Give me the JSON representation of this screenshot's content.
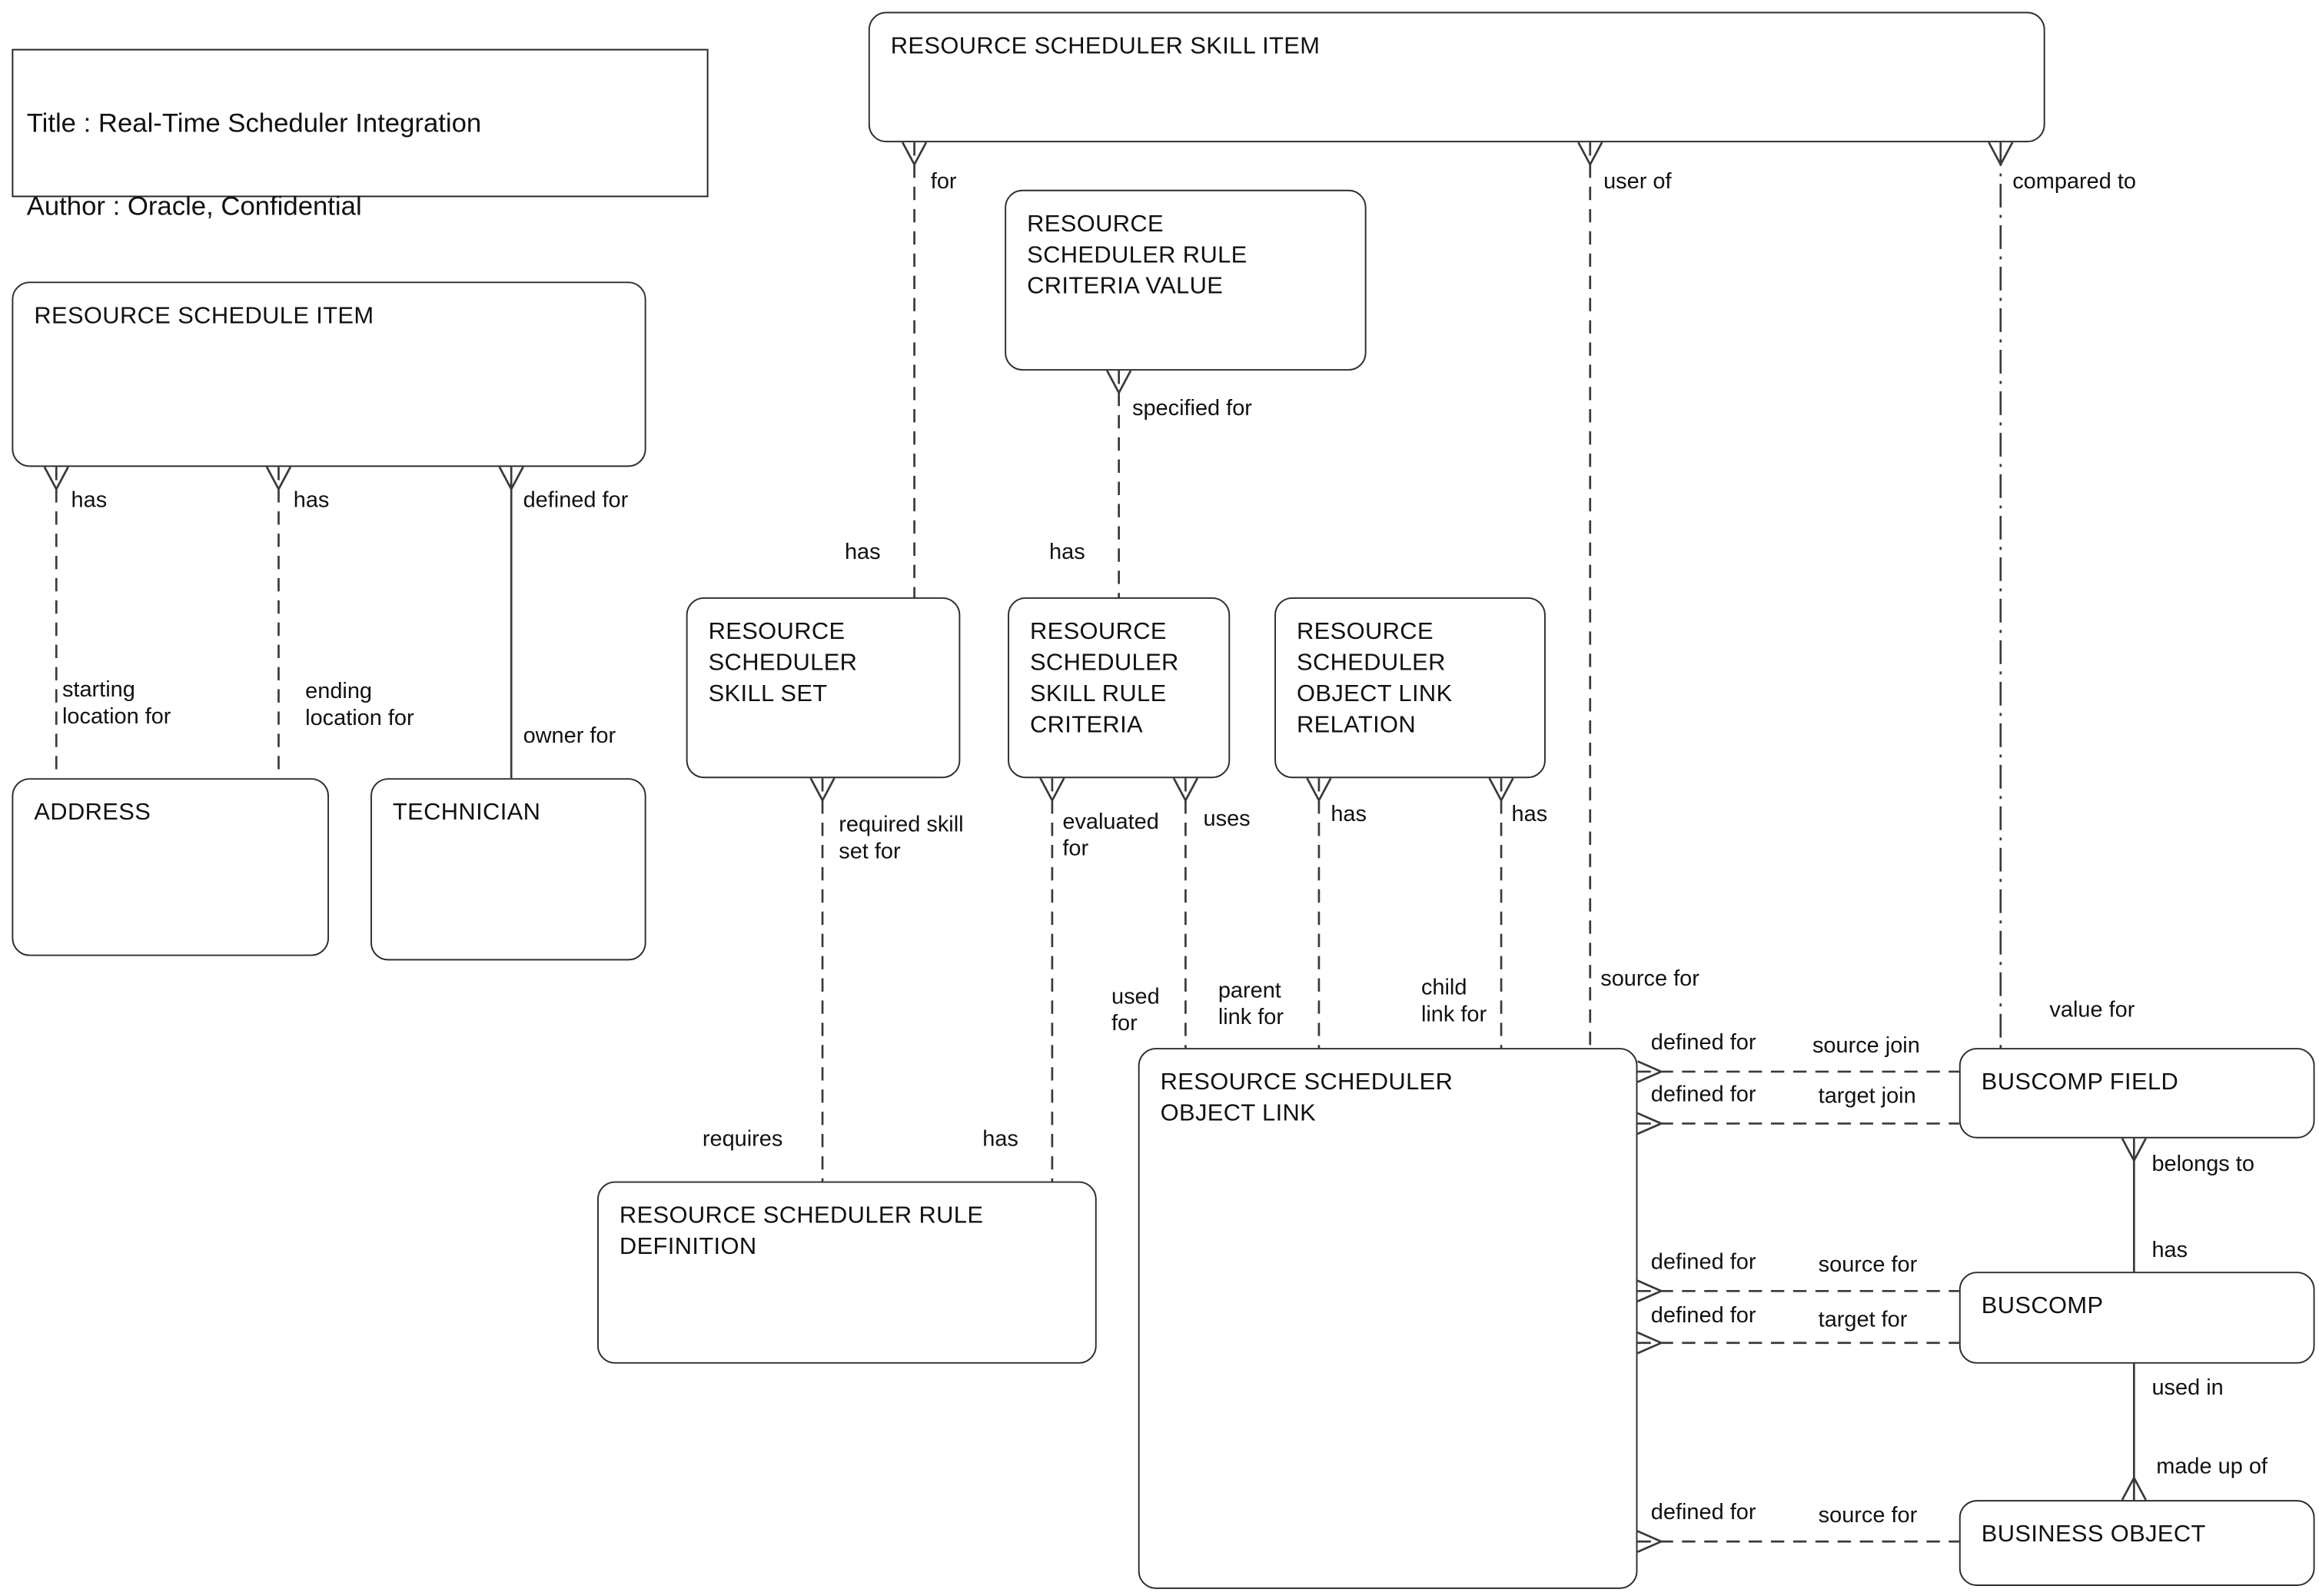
{
  "title_block": {
    "title_line": "Title : Real-Time Scheduler Integration",
    "author_line": "Author : Oracle, Confidential"
  },
  "entities": {
    "skill_item": "RESOURCE SCHEDULER SKILL ITEM",
    "schedule_item": "RESOURCE SCHEDULE ITEM",
    "rule_criteria_value": "RESOURCE\nSCHEDULER RULE\nCRITERIA VALUE",
    "skill_set": "RESOURCE\nSCHEDULER\nSKILL SET",
    "skill_rule_criteria": "RESOURCE\nSCHEDULER\nSKILL RULE\nCRITERIA",
    "object_link_relation": "RESOURCE\nSCHEDULER\nOBJECT LINK\nRELATION",
    "address": "ADDRESS",
    "technician": "TECHNICIAN",
    "rule_definition": "RESOURCE SCHEDULER RULE\nDEFINITION",
    "object_link": "RESOURCE SCHEDULER\nOBJECT LINK",
    "buscomp_field": "BUSCOMP FIELD",
    "buscomp": "BUSCOMP",
    "business_object": "BUSINESS OBJECT"
  },
  "labels": {
    "for_skill_set": "for",
    "has_skill_set": "has",
    "user_of": "user of",
    "source_for_object_link": "source for",
    "compared_to": "compared to",
    "value_for": "value for",
    "specified_for": "specified for",
    "has_skill_rule_criteria": "has",
    "has_starting": "has",
    "starting_location_for": "starting\nlocation for",
    "has_ending": "has",
    "ending_location_for": "ending\nlocation for",
    "defined_for_technician": "defined for",
    "owner_for": "owner for",
    "required_skill_set_for": "required skill\nset for",
    "requires": "requires",
    "evaluated_for": "evaluated\nfor",
    "has_rule_definition": "has",
    "uses": "uses",
    "used_for": "used\nfor",
    "has_parent_link": "has",
    "parent_link_for": "parent\nlink for",
    "has_child_link": "has",
    "child_link_for": "child\nlink for",
    "defined_for_source_join": "defined for",
    "source_join": "source join",
    "defined_for_target_join": "defined for",
    "target_join": "target join",
    "defined_for_source_buscomp": "defined for",
    "source_for_buscomp": "source for",
    "defined_for_target_buscomp": "defined for",
    "target_for": "target for",
    "defined_for_source_busobj": "defined for",
    "source_for_business_object": "source for",
    "belongs_to": "belongs to",
    "has_buscomp_field": "has",
    "used_in": "used in",
    "made_up_of": "made up of"
  }
}
